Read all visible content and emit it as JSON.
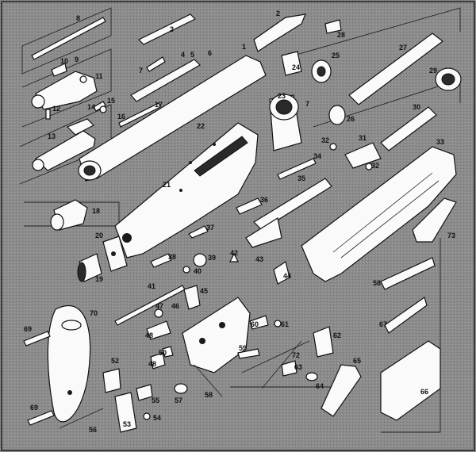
{
  "diagram": {
    "colors": {
      "background": "#8c8c8c",
      "stipple": "#6f6f6f",
      "part_fill": "#fafafa",
      "ink": "#111111"
    },
    "labels": {
      "l1": "1",
      "l2": "2",
      "l3": "3",
      "l4": "4",
      "l5": "5",
      "l6": "6",
      "l7": "7",
      "l8": "8",
      "l9": "9",
      "l10": "10",
      "l11": "11",
      "l12": "12",
      "l13": "13",
      "l14": "14",
      "l15": "15",
      "l16": "16",
      "l17": "17",
      "l18": "18",
      "l19": "19",
      "l20": "20",
      "l21": "21",
      "l22": "22",
      "l23": "23",
      "l24": "24",
      "l25": "25",
      "l26": "26",
      "l27": "27",
      "l28": "28",
      "l29": "29",
      "l30": "30",
      "l31": "31",
      "l32a": "32",
      "l32b": "32",
      "l33": "33",
      "l34": "34",
      "l35": "35",
      "l36": "36",
      "l37": "37",
      "l38": "38",
      "l39": "39",
      "l40": "40",
      "l41": "41",
      "l42": "42",
      "l43": "43",
      "l44": "44",
      "l45": "45",
      "l46": "46",
      "l47": "47",
      "l48a": "48",
      "l48b": "48",
      "l50": "50",
      "l52": "52",
      "l53": "53",
      "l54": "54",
      "l55": "55",
      "l56": "56",
      "l57": "57",
      "l58a": "58",
      "l58b": "58",
      "l59": "59",
      "l60": "60",
      "l61": "61",
      "l62": "62",
      "l63": "63",
      "l64": "64",
      "l65": "65",
      "l66": "66",
      "l67": "67",
      "l69a": "69",
      "l69b": "69",
      "l70": "70",
      "l72": "72",
      "l73": "73"
    }
  }
}
